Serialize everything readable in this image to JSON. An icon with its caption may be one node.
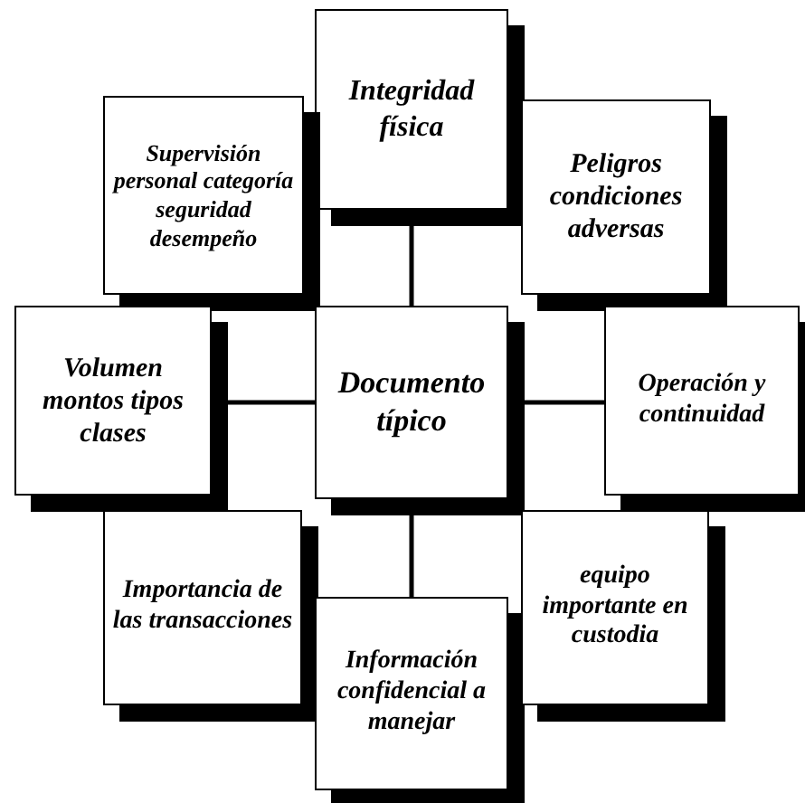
{
  "diagram": {
    "nodes": [
      {
        "text": [
          "Integridad física"
        ]
      },
      {
        "text": [
          "Supervisión personal categoría seguridad desempeño"
        ]
      },
      {
        "text": [
          "Peligros condiciones adversas"
        ]
      },
      {
        "text": [
          "Volumen montos tipos clases"
        ]
      },
      {
        "text": [
          "Documento típico"
        ]
      },
      {
        "text": [
          "Operación y continuidad"
        ]
      },
      {
        "text": [
          "Importancia de las transacciones"
        ]
      },
      {
        "text": [
          "Información confidencial a manejar"
        ]
      },
      {
        "text": [
          "equipo importante en custodia"
        ]
      }
    ],
    "edges": [
      {
        "from": 4,
        "to": 0,
        "arrow": "none"
      },
      {
        "from": 4,
        "to": 3,
        "arrow": "none"
      },
      {
        "from": 4,
        "to": 5,
        "arrow": "none"
      },
      {
        "from": 4,
        "to": 7,
        "arrow": "none"
      }
    ]
  }
}
